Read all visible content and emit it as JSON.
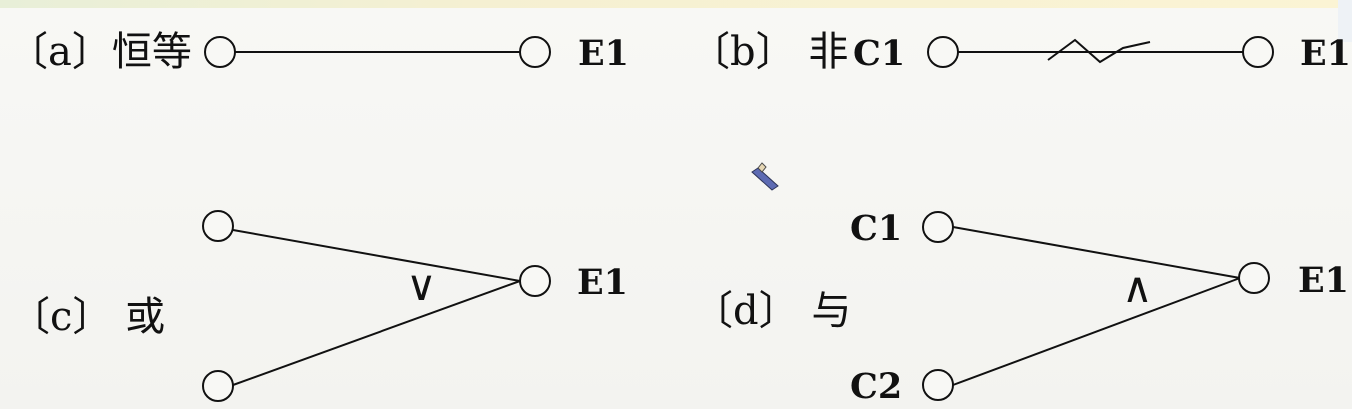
{
  "diagrams": {
    "a": {
      "label": "〔a〕恒等",
      "output": "E1"
    },
    "b": {
      "label": "〔b〕 非",
      "input": "C1",
      "output": "E1"
    },
    "c": {
      "label": "〔c〕 或",
      "symbol": "∨",
      "output": "E1"
    },
    "d": {
      "label": "〔d〕 与",
      "input_top": "C1",
      "input_bottom": "C2",
      "symbol": "∧",
      "output": "E1"
    }
  },
  "colors": {
    "ink": "#111111",
    "background": "#f6f6f3"
  }
}
